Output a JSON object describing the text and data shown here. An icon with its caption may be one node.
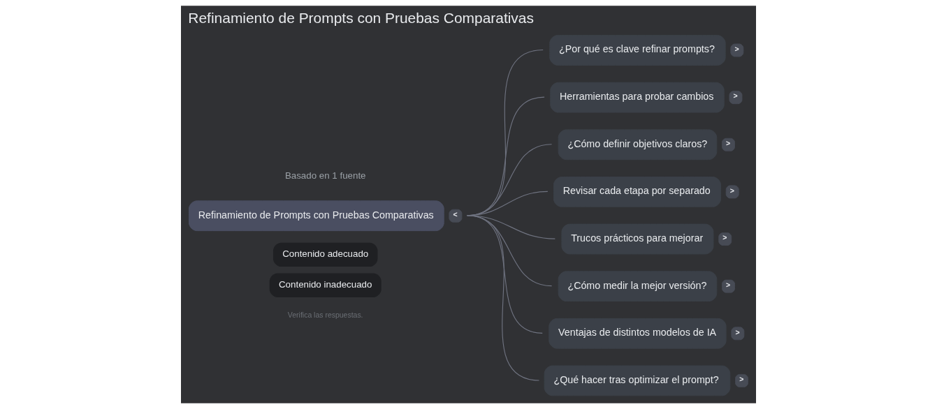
{
  "diagram": {
    "title": "Refinamiento de Prompts con Pruebas Comparativas",
    "nodes": [
      {
        "text": [
          "Refinamiento de Prompts con Pruebas Comparativas"
        ],
        "beside": [
          "<"
        ]
      },
      {
        "text": [
          "¿Por qué es clave refinar prompts?"
        ],
        "beside": [
          ">"
        ]
      },
      {
        "text": [
          "Herramientas para probar cambios"
        ],
        "beside": [
          ">"
        ]
      },
      {
        "text": [
          "¿Cómo definir objetivos claros?"
        ],
        "beside": [
          ">"
        ]
      },
      {
        "text": [
          "Revisar cada etapa por separado"
        ],
        "beside": [
          ">"
        ]
      },
      {
        "text": [
          "Trucos prácticos para mejorar"
        ],
        "beside": [
          ">"
        ]
      },
      {
        "text": [
          "¿Cómo medir la mejor versión?"
        ],
        "beside": [
          ">"
        ]
      },
      {
        "text": [
          "Ventajas de distintos modelos de IA"
        ],
        "beside": [
          ">"
        ]
      },
      {
        "text": [
          "¿Qué hacer tras optimizar el prompt?"
        ],
        "beside": [
          ">"
        ]
      }
    ],
    "edges": [
      {
        "from": 0,
        "to": 1,
        "arrow": "none"
      },
      {
        "from": 0,
        "to": 2,
        "arrow": "none"
      },
      {
        "from": 0,
        "to": 3,
        "arrow": "none"
      },
      {
        "from": 0,
        "to": 4,
        "arrow": "none"
      },
      {
        "from": 0,
        "to": 5,
        "arrow": "none"
      },
      {
        "from": 0,
        "to": 6,
        "arrow": "none"
      },
      {
        "from": 0,
        "to": 7,
        "arrow": "none"
      },
      {
        "from": 0,
        "to": 8,
        "arrow": "none"
      }
    ],
    "labels": [
      "Basado en 1 fuente",
      "Contenido adecuado",
      "Contenido inadecuado",
      "Verifica las respuestas."
    ]
  }
}
